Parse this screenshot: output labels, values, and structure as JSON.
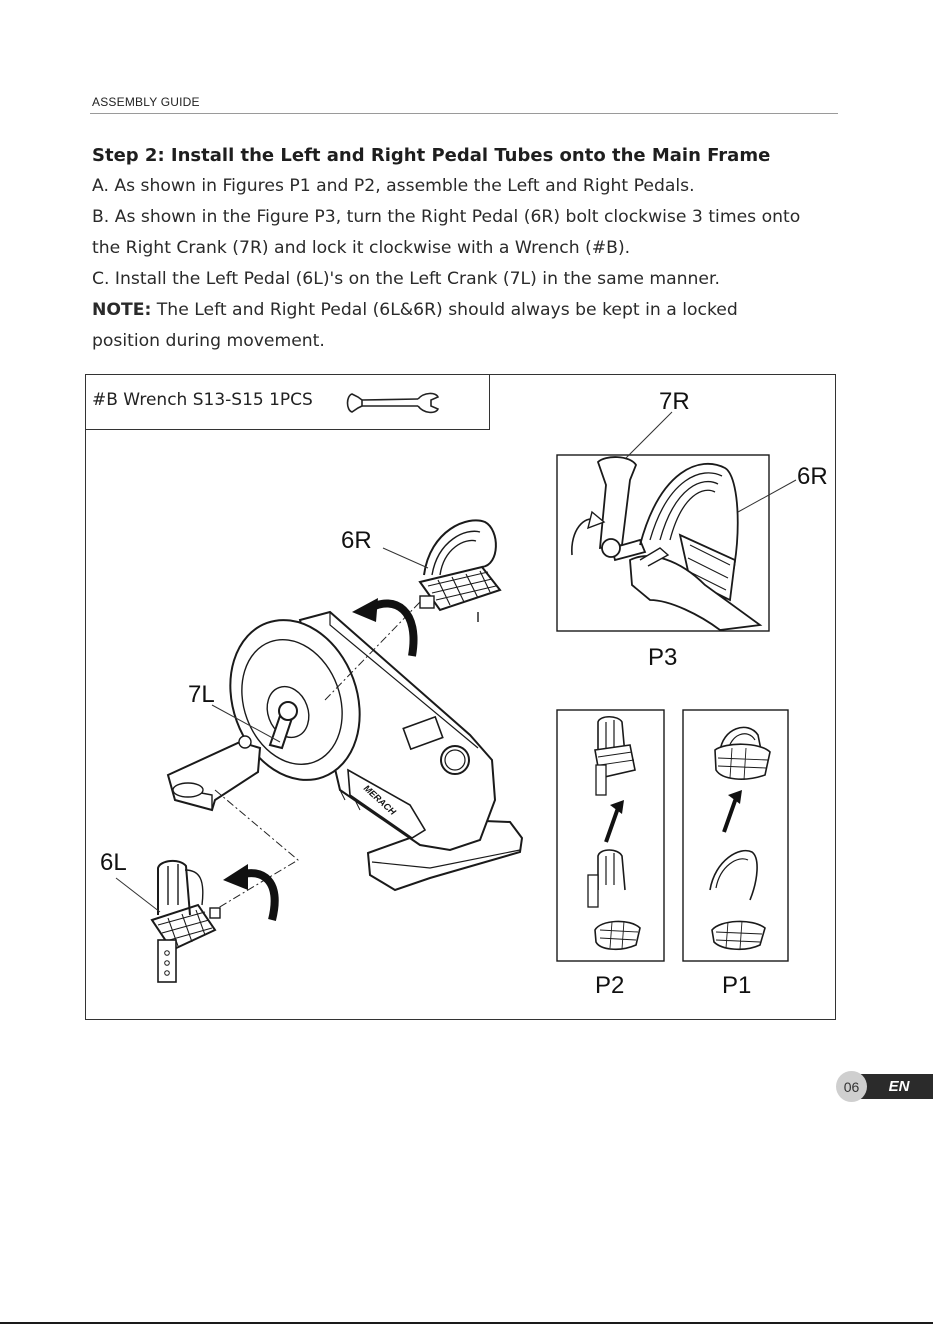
{
  "header": {
    "title": "ASSEMBLY GUIDE"
  },
  "step": {
    "title": "Step 2: Install the Left and Right Pedal Tubes onto the Main Frame",
    "lines": [
      "A. As shown in Figures P1 and P2, assemble the Left and Right Pedals.",
      "B. As shown in the Figure P3, turn the Right Pedal (6R) bolt clockwise 3 times onto",
      "the Right Crank (7R) and lock it clockwise with a Wrench (#B).",
      "C. Install the Left Pedal (6L)'s on the Left Crank (7L) in the same manner."
    ],
    "note_label": "NOTE:",
    "note_text": " The Left and Right Pedal (6L&6R) should always be kept in a locked",
    "note_text_2": "position during movement."
  },
  "tool": {
    "label": "#B Wrench S13-S15 1PCS",
    "icon": "wrench-icon"
  },
  "labels": {
    "label_6r_main": "6R",
    "label_7l": "7L",
    "label_6l": "6L",
    "label_7r": "7R",
    "label_6r_p3": "6R",
    "fig_p3": "P3",
    "fig_p2": "P2",
    "fig_p1": "P1",
    "brand": "MERACH"
  },
  "footer": {
    "page_number": "06",
    "language": "EN"
  }
}
